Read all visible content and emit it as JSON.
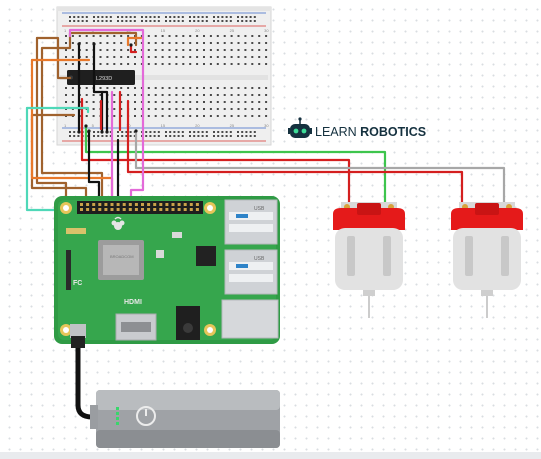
{
  "logo": {
    "text_light": "LEARN ",
    "text_bold": "ROBOTICS",
    "icon": "robot-head-icon",
    "color": "#15313f"
  },
  "breadboard": {
    "column_numbers": [
      "1",
      "5",
      "10",
      "15",
      "20",
      "25",
      "30"
    ],
    "rail_colors": {
      "negative": "#3a67c9",
      "positive": "#d9332b"
    }
  },
  "chip": {
    "label": "L293D"
  },
  "raspberry_pi": {
    "ports": {
      "usb_top": "USB",
      "usb_bottom": "USB",
      "hdmi": "HDMI"
    },
    "logo_icon": "raspberry-icon"
  },
  "motors": [
    {
      "name": "dc-motor-1",
      "icon": "motor-icon"
    },
    {
      "name": "dc-motor-2",
      "icon": "motor-icon"
    }
  ],
  "power_bank": {
    "icon": "power-icon"
  },
  "wire_colors": {
    "red": "#d41f1f",
    "black": "#111111",
    "brown": "#a0622e",
    "orange": "#e8782a",
    "pink": "#e36ad9",
    "teal": "#4fd8b8",
    "green": "#3ec54d",
    "grey": "#a7a7a7"
  }
}
